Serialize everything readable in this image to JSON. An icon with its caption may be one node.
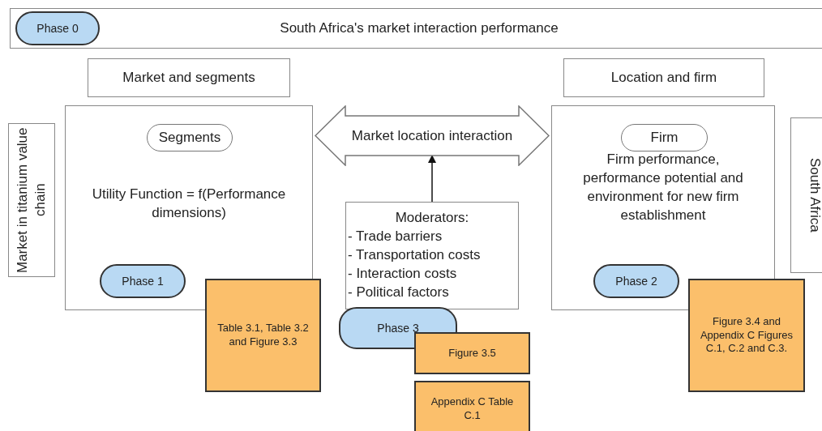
{
  "diagram": {
    "nodes": [
      {
        "text": [
          "South Africa's market interaction performance"
        ]
      },
      {
        "text": [
          "Phase 0"
        ],
        "in": 0
      },
      {
        "text": [
          "Market and segments"
        ]
      },
      {
        "text": [
          "Location and firm"
        ]
      },
      {
        "text": [
          "Market in titanium value chain"
        ]
      },
      {
        "text": [
          "Utility Function = f(Performance dimensions)"
        ]
      },
      {
        "text": [
          "Segments"
        ],
        "in": 5
      },
      {
        "text": [
          "Phase 1"
        ],
        "in": 5
      },
      {
        "text": [
          "Table 3.1, Table 3.2 and Figure 3.3"
        ]
      },
      {
        "text": [
          "Market location interaction"
        ]
      },
      {
        "text": [
          "Moderators:",
          "- Trade barriers",
          "- Transportation costs",
          "- Interaction costs",
          "- Political factors"
        ]
      },
      {
        "text": [
          "Phase 3"
        ]
      },
      {
        "text": [
          "Figure 3.5"
        ]
      },
      {
        "text": [
          "Appendix C Table C.1"
        ]
      },
      {
        "text": [
          "Firm performance, performance potential and environment for new firm establishment"
        ]
      },
      {
        "text": [
          "Firm"
        ],
        "in": 14
      },
      {
        "text": [
          "Phase 2"
        ],
        "in": 14
      },
      {
        "text": [
          "Figure 3.4 and Appendix C Figures C.1, C.2 and C.3."
        ]
      },
      {
        "text": [
          "South Africa"
        ]
      }
    ],
    "edges": [
      {
        "from": 10,
        "to": 9,
        "arrow": "to"
      }
    ]
  }
}
